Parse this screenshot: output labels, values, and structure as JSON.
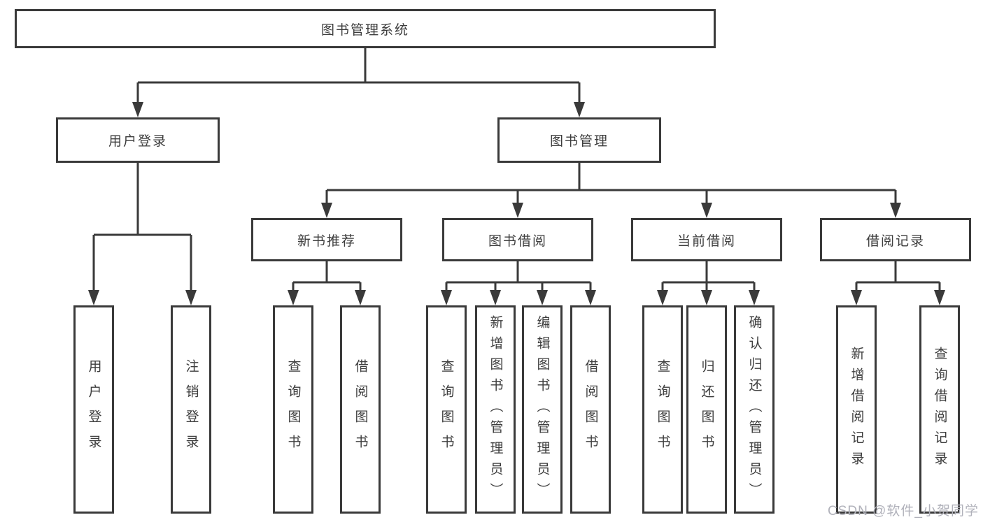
{
  "tree": {
    "root": {
      "label": "图书管理系统"
    },
    "branches": [
      {
        "label": "用户登录",
        "children": [
          {
            "label": "用户登录"
          },
          {
            "label": "注销登录"
          }
        ]
      },
      {
        "label": "图书管理",
        "children": [
          {
            "label": "新书推荐",
            "children": [
              {
                "label": "查询图书"
              },
              {
                "label": "借阅图书"
              }
            ]
          },
          {
            "label": "图书借阅",
            "children": [
              {
                "label": "查询图书"
              },
              {
                "label": "新增图书（管理员）"
              },
              {
                "label": "编辑图书（管理员）"
              },
              {
                "label": "借阅图书"
              }
            ]
          },
          {
            "label": "当前借阅",
            "children": [
              {
                "label": "查询图书"
              },
              {
                "label": "归还图书"
              },
              {
                "label": "确认归还（管理员）"
              }
            ]
          },
          {
            "label": "借阅记录",
            "children": [
              {
                "label": "新增借阅记录"
              },
              {
                "label": "查询借阅记录"
              }
            ]
          }
        ]
      }
    ]
  },
  "watermark": "CSDN @软件_小贺同学"
}
